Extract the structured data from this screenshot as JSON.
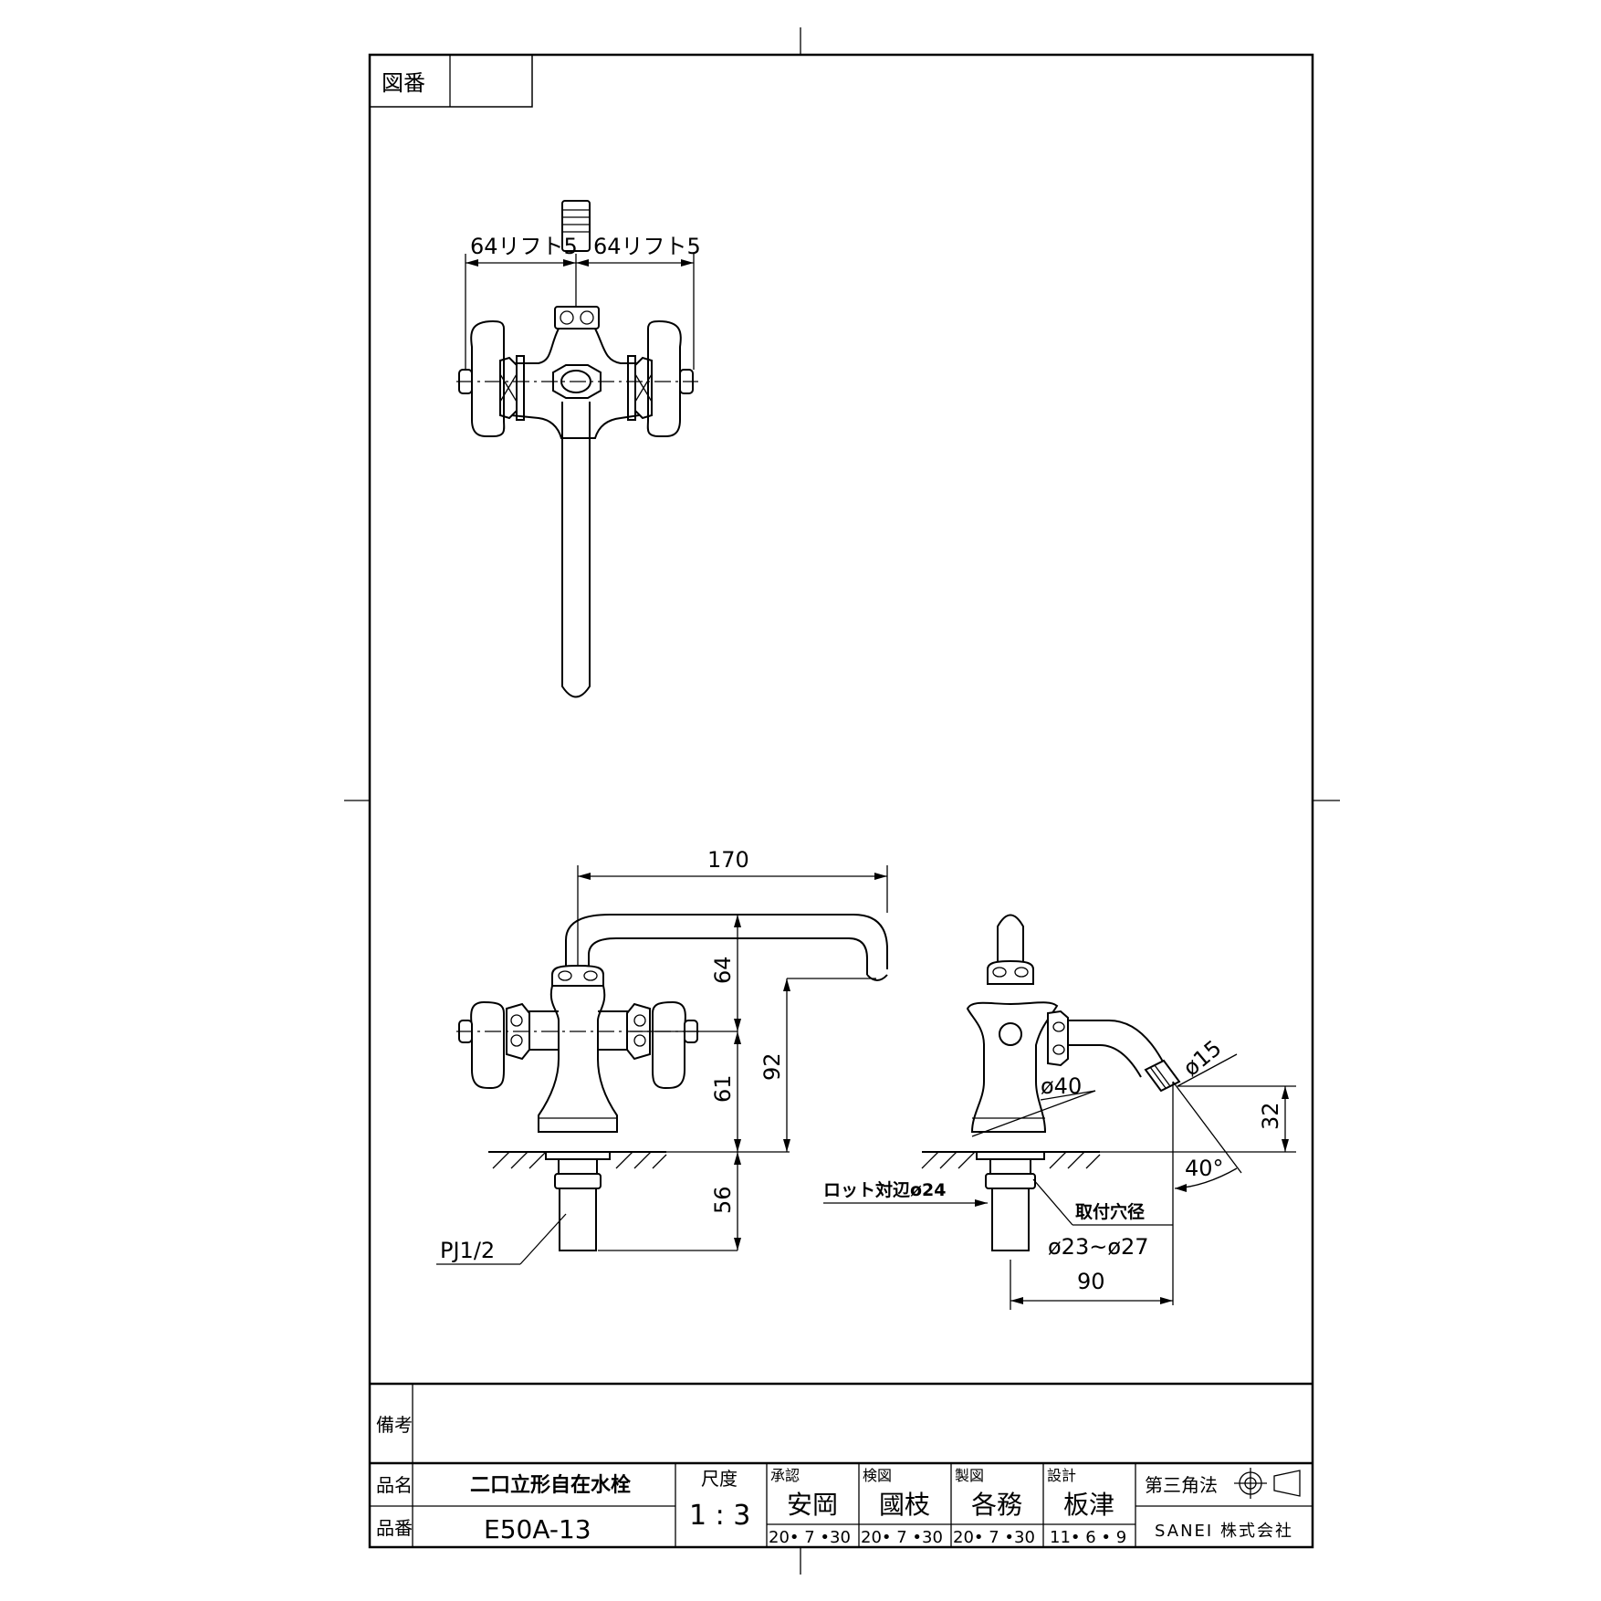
{
  "title_block": {
    "drawing_no_label": "図番",
    "remarks_label": "備考",
    "product_name_label": "品名",
    "product_name": "二口立形自在水栓",
    "product_no_label": "品番",
    "product_no": "E50A-13",
    "scale_label": "尺度",
    "scale": "1 : 3",
    "approved_label": "承認",
    "approved_name": "安岡",
    "approved_date": "20• 7 •30",
    "checked_label": "検図",
    "checked_name": "國枝",
    "checked_date": "20• 7 •30",
    "drawn_label": "製図",
    "drawn_name": "各務",
    "drawn_date": "20• 7 •30",
    "designed_label": "設計",
    "designed_name": "板津",
    "designed_date": "11• 6 • 9",
    "projection_label": "第三角法",
    "company": "SANEI 株式会社"
  },
  "dimensions": {
    "top_left_lift": "64リフト5",
    "top_right_lift": "64リフト5",
    "width_170": "170",
    "h_64": "64",
    "h_61": "61",
    "h_92": "92",
    "h_56": "56",
    "thread": "PJ1/2",
    "dia_40": "ø40",
    "dia_15": "ø15",
    "h_32": "32",
    "angle_40": "40°",
    "lock_nut": "ロット対辺ø24",
    "mount_hole_label": "取付穴径",
    "mount_hole_range": "ø23~ø27",
    "reach_90": "90"
  },
  "icons": {
    "projection_symbol": "third-angle-projection-icon"
  }
}
